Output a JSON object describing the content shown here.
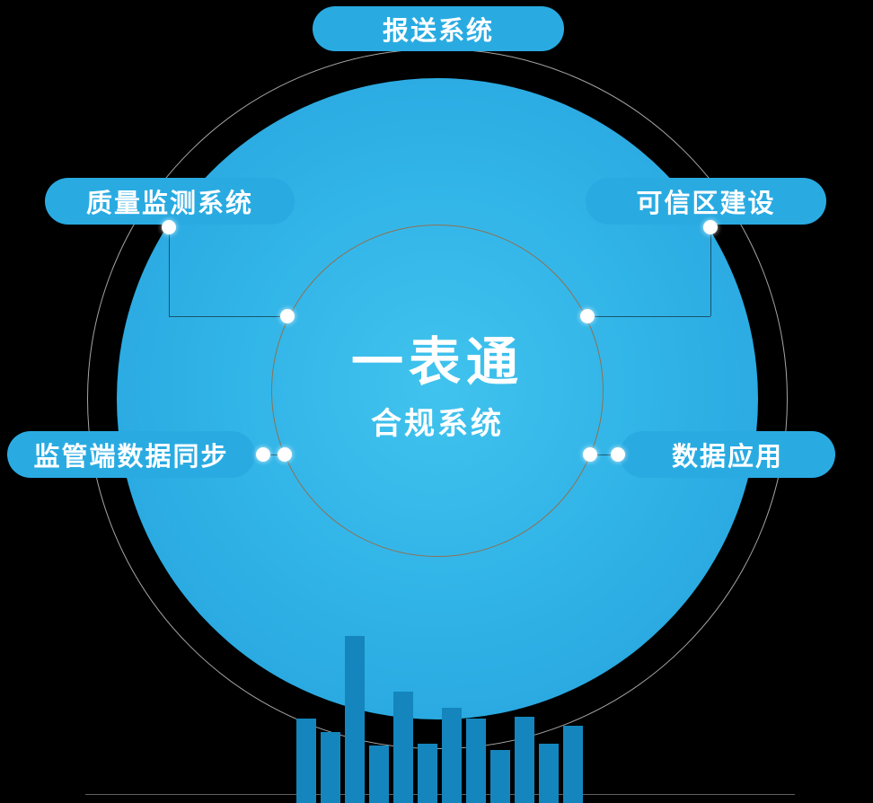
{
  "diagram": {
    "center": {
      "title": "一表通",
      "subtitle": "合规系统"
    },
    "nodes": [
      {
        "id": "reporting-system",
        "label": "报送系统"
      },
      {
        "id": "quality-monitoring",
        "label": "质量监测系统"
      },
      {
        "id": "trusted-zone",
        "label": "可信区建设"
      },
      {
        "id": "regulator-data-sync",
        "label": "监管端数据同步"
      },
      {
        "id": "data-application",
        "label": "数据应用"
      }
    ],
    "colors": {
      "background": "#000000",
      "primary_blue": "#29abe2",
      "circle_core_blue": "#41c3ee",
      "bar_blue": "#1486bd",
      "outer_ring": "#e8e8e8",
      "inner_ring_brown": "#8f6f52",
      "text": "#ffffff"
    },
    "decor_bars": [
      94,
      79,
      186,
      64,
      124,
      66,
      106,
      94,
      59,
      96,
      66,
      86
    ]
  }
}
